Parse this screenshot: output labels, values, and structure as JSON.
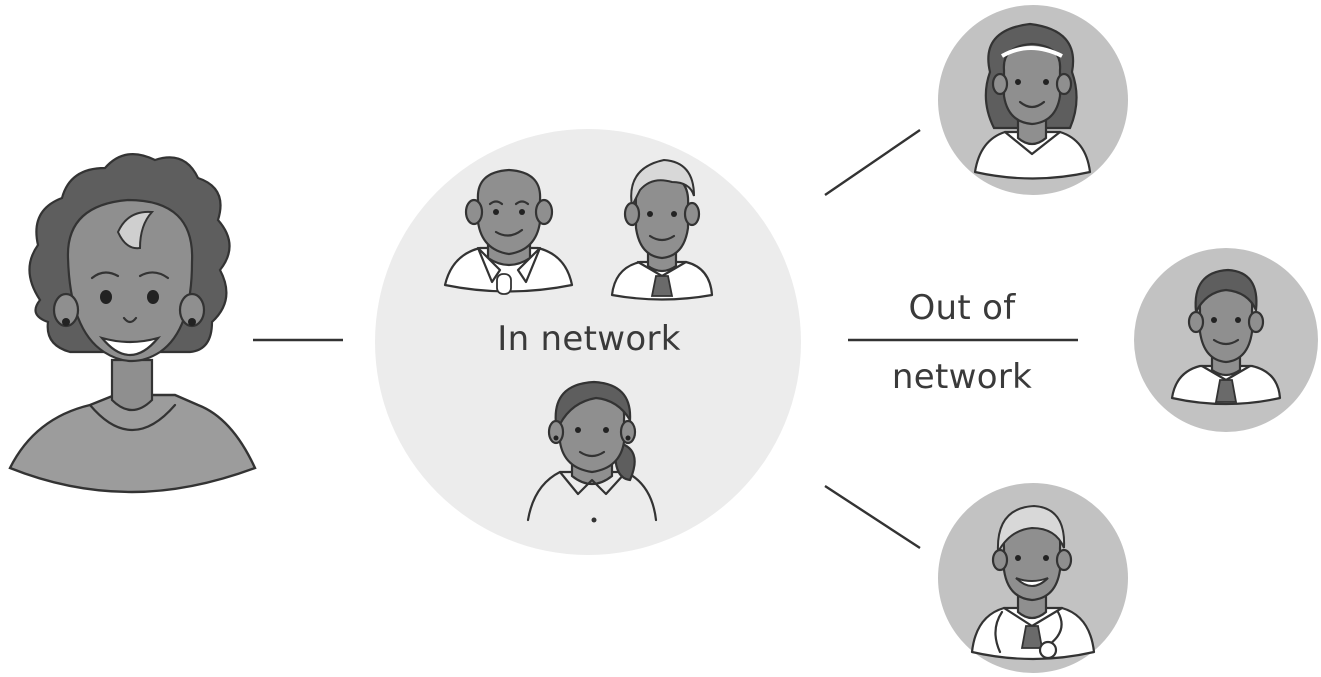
{
  "diagram": {
    "in_network_label": "In network",
    "out_of_network_label": {
      "line1": "Out of",
      "line2": "network"
    },
    "people": {
      "patient": "patient-woman-icon",
      "in_network": [
        "doctor-bald-man-icon",
        "doctor-young-man-icon",
        "doctor-woman-icon"
      ],
      "out_of_network": [
        "doctor-woman-curly-icon",
        "doctor-man-tie-icon",
        "doctor-older-man-stethoscope-icon"
      ]
    },
    "colors": {
      "in_network_circle": "#ececec",
      "out_network_circle": "#c2c2c2",
      "line": "#333333",
      "skin": "#8d8d8d",
      "hair": "#5a5a5a"
    }
  }
}
